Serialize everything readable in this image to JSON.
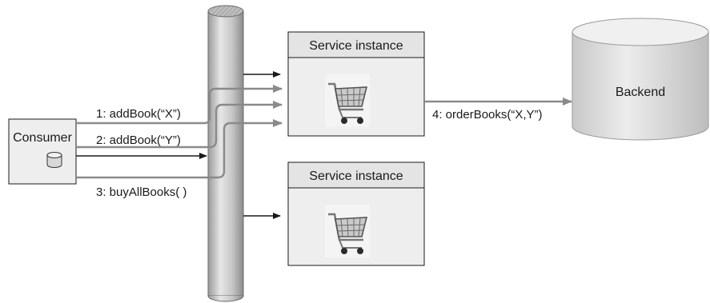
{
  "consumer": {
    "label": "Consumer",
    "icon": "database-icon"
  },
  "calls": [
    {
      "label": "1: addBook(“X”)"
    },
    {
      "label": "2: addBook(“Y”)"
    },
    {
      "label": "3: buyAllBooks( )"
    }
  ],
  "service_instances": [
    {
      "title": "Service instance",
      "icon": "shopping-cart-icon"
    },
    {
      "title": "Service instance",
      "icon": "shopping-cart-icon"
    }
  ],
  "backend_call": {
    "label": "4: orderBooks(“X,Y”)"
  },
  "backend": {
    "label": "Backend",
    "icon": "database-cylinder-icon"
  },
  "colors": {
    "line_dark": "#1a1a1a",
    "line_grey": "#8a8a8a",
    "box_fill": "#eeeeee",
    "box_header": "#e4e4e4",
    "bus_fill": "#c9c9c9",
    "backend_fill": "#dcdcdc"
  }
}
